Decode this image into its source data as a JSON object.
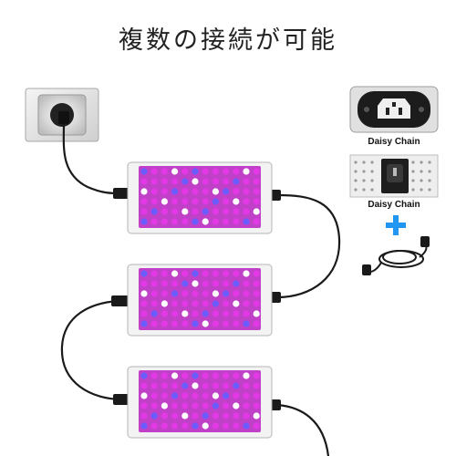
{
  "title": "複数の接続が可能",
  "side_panel": {
    "items": [
      {
        "caption": "Daisy Chain",
        "icon": "power-inlet-icon"
      },
      {
        "caption": "Daisy Chain",
        "icon": "power-outlet-icon"
      }
    ],
    "plus_icon": "plus-icon",
    "cable_icon": "power-cable-icon"
  },
  "colors": {
    "accent_blue": "#2196f3",
    "led_magenta": "#e238e6",
    "panel_body": "#f3f3f3",
    "cable": "#1a1a1a"
  }
}
